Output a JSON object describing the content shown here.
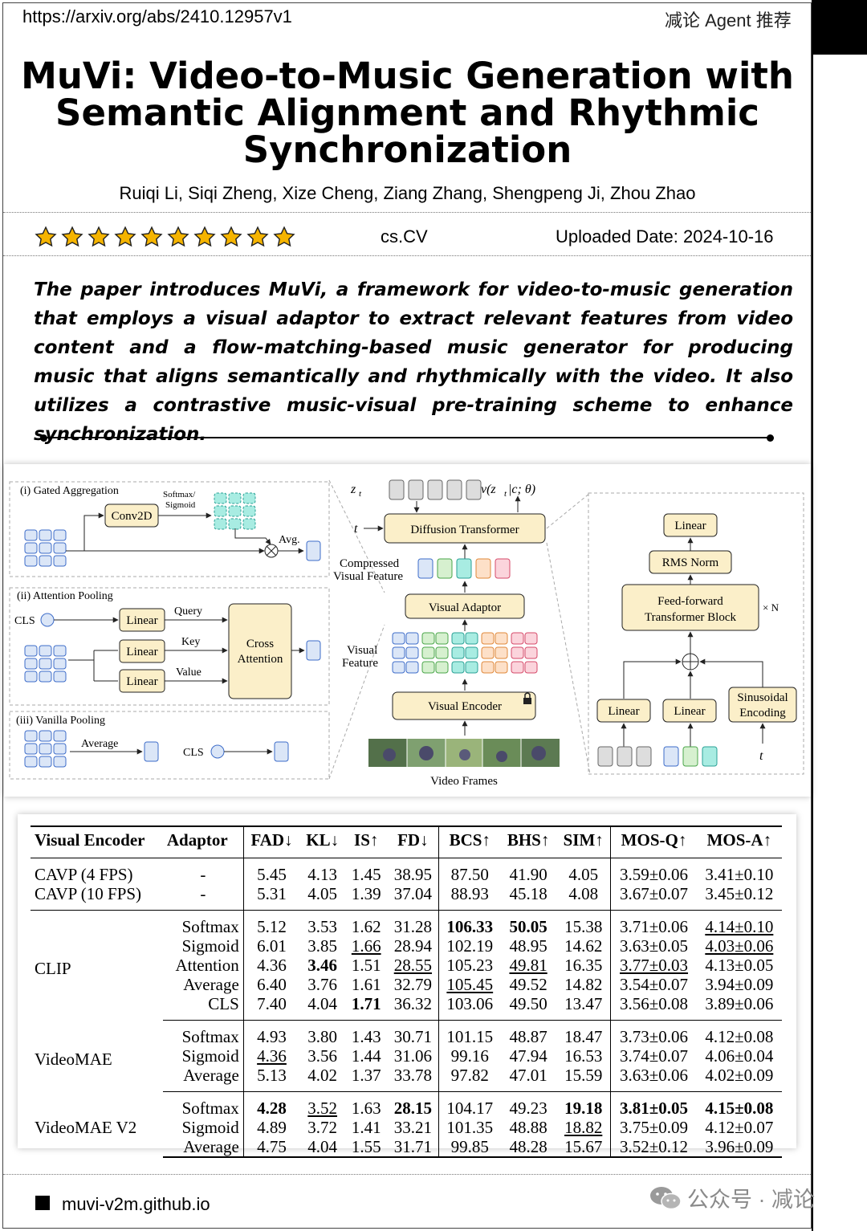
{
  "header": {
    "url": "https://arxiv.org/abs/2410.12957v1",
    "recommendation": "减论 Agent 推荐"
  },
  "paper": {
    "title": "MuVi: Video-to-Music Generation with Semantic Alignment and Rhythmic Synchronization",
    "authors": "Ruiqi Li, Siqi Zheng, Xize Cheng, Ziang Zhang, Shengpeng Ji, Zhou Zhao",
    "rating_stars": 10,
    "category": "cs.CV",
    "uploaded": "Uploaded Date: 2024-10-16",
    "summary": "The paper introduces MuVi, a framework for video-to-music generation that employs a visual adaptor to extract relevant features from video content and a flow-matching-based music generator for producing music that aligns semantically and rhythmically with the video. It also utilizes a contrastive music-visual pre-training scheme to enhance synchronization."
  },
  "figure": {
    "gated_title": "(i) Gated Aggregation",
    "conv2d": "Conv2D",
    "softmax_sigmoid_1": "Softmax/",
    "softmax_sigmoid_2": "Sigmoid",
    "avg": "Avg.",
    "attn_title": "(ii) Attention Pooling",
    "cls": "CLS",
    "linear": "Linear",
    "query": "Query",
    "key": "Key",
    "value": "Value",
    "cross_attention_1": "Cross",
    "cross_attention_2": "Attention",
    "vanilla_title": "(iii) Vanilla Pooling",
    "average": "Average",
    "z_t": "z",
    "z_t_sub": "t",
    "velocity": "v(z",
    "velocity_rest": "|c; θ)",
    "t": "t",
    "diffusion_transformer": "Diffusion Transformer",
    "compressed_1": "Compressed",
    "compressed_2": "Visual Feature",
    "visual_adaptor": "Visual Adaptor",
    "visual_feature_1": "Visual",
    "visual_feature_2": "Feature",
    "visual_encoder": "Visual Encoder",
    "video_frames": "Video Frames",
    "rms_norm": "RMS Norm",
    "ff_block_1": "Feed-forward",
    "ff_block_2": "Transformer Block",
    "times_n": "× N",
    "sinusoidal_1": "Sinusoidal",
    "sinusoidal_2": "Encoding"
  },
  "table": {
    "headers": [
      "Visual Encoder",
      "Adaptor",
      "FAD↓",
      "KL↓",
      "IS↑",
      "FD↓",
      "BCS↑",
      "BHS↑",
      "SIM↑",
      "MOS-Q↑",
      "MOS-A↑"
    ],
    "groups": [
      {
        "encoder": "",
        "rows": [
          {
            "encoder": "CAVP (4 FPS)",
            "adaptor": "-",
            "values": [
              "5.45",
              "4.13",
              "1.45",
              "38.95",
              "87.50",
              "41.90",
              "4.05",
              "3.59±0.06",
              "3.41±0.10"
            ]
          },
          {
            "encoder": "CAVP (10 FPS)",
            "adaptor": "-",
            "values": [
              "5.31",
              "4.05",
              "1.39",
              "37.04",
              "88.93",
              "45.18",
              "4.08",
              "3.67±0.07",
              "3.45±0.12"
            ]
          }
        ]
      },
      {
        "encoder": "CLIP",
        "rows": [
          {
            "adaptor": "Softmax",
            "values": [
              "5.12",
              "3.53",
              "1.62",
              "31.28",
              "106.33",
              "50.05",
              "15.38",
              "3.71±0.06",
              "4.14±0.10"
            ]
          },
          {
            "adaptor": "Sigmoid",
            "values": [
              "6.01",
              "3.85",
              "1.66",
              "28.94",
              "102.19",
              "48.95",
              "14.62",
              "3.63±0.05",
              "4.03±0.06"
            ]
          },
          {
            "adaptor": "Attention",
            "values": [
              "4.36",
              "3.46",
              "1.51",
              "28.55",
              "105.23",
              "49.81",
              "16.35",
              "3.77±0.03",
              "4.13±0.05"
            ]
          },
          {
            "adaptor": "Average",
            "values": [
              "6.40",
              "3.76",
              "1.61",
              "32.79",
              "105.45",
              "49.52",
              "14.82",
              "3.54±0.07",
              "3.94±0.09"
            ]
          },
          {
            "adaptor": "CLS",
            "values": [
              "7.40",
              "4.04",
              "1.71",
              "36.32",
              "103.06",
              "49.50",
              "13.47",
              "3.56±0.08",
              "3.89±0.06"
            ]
          }
        ]
      },
      {
        "encoder": "VideoMAE",
        "rows": [
          {
            "adaptor": "Softmax",
            "values": [
              "4.93",
              "3.80",
              "1.43",
              "30.71",
              "101.15",
              "48.87",
              "18.47",
              "3.73±0.06",
              "4.12±0.08"
            ]
          },
          {
            "adaptor": "Sigmoid",
            "values": [
              "4.36",
              "3.56",
              "1.44",
              "31.06",
              "99.16",
              "47.94",
              "16.53",
              "3.74±0.07",
              "4.06±0.04"
            ]
          },
          {
            "adaptor": "Average",
            "values": [
              "5.13",
              "4.02",
              "1.37",
              "33.78",
              "97.82",
              "47.01",
              "15.59",
              "3.63±0.06",
              "4.02±0.09"
            ]
          }
        ]
      },
      {
        "encoder": "VideoMAE V2",
        "rows": [
          {
            "adaptor": "Softmax",
            "values": [
              "4.28",
              "3.52",
              "1.63",
              "28.15",
              "104.17",
              "49.23",
              "19.18",
              "3.81±0.05",
              "4.15±0.08"
            ]
          },
          {
            "adaptor": "Sigmoid",
            "values": [
              "4.89",
              "3.72",
              "1.41",
              "33.21",
              "101.35",
              "48.88",
              "18.82",
              "3.75±0.09",
              "4.12±0.07"
            ]
          },
          {
            "adaptor": "Average",
            "values": [
              "4.75",
              "4.04",
              "1.55",
              "31.71",
              "99.85",
              "48.28",
              "15.67",
              "3.52±0.12",
              "3.96±0.09"
            ]
          }
        ]
      }
    ]
  },
  "footer": {
    "project_url": "muvi-v2m.github.io",
    "watermark": "公众号 · 减论"
  },
  "colors": {
    "star_fill": "#f5b400",
    "box_fill": "#fbefc9",
    "box_stroke": "#222222",
    "token_fill": "#dbe6f7",
    "token_stroke": "#3d6cc9",
    "teal_fill": "#a8ece2",
    "green_fill": "#d6f0cf",
    "orange_fill": "#fde0c8",
    "red_fill": "#fbd4dc",
    "gray_fill": "#dddddd"
  }
}
